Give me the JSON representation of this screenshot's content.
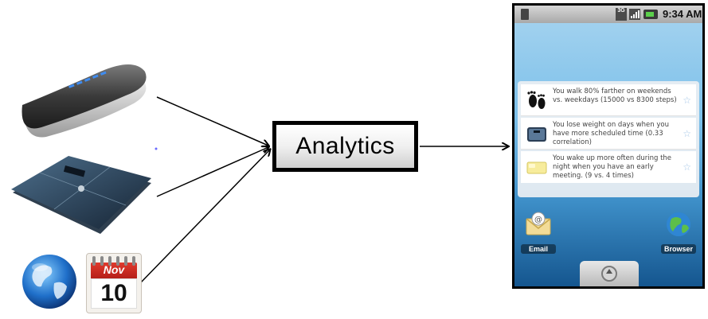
{
  "analytics": {
    "label": "Analytics"
  },
  "sources": [
    {
      "icon": "activity-tracker-icon"
    },
    {
      "icon": "weight-scale-icon"
    },
    {
      "icon": "globe-icon"
    },
    {
      "icon": "calendar-icon",
      "month": "Nov",
      "day": "10"
    }
  ],
  "phone": {
    "status_bar": {
      "network": "3G",
      "time": "9:34 AM"
    },
    "insights": [
      {
        "icon": "footprints-icon",
        "text": "You walk 80% farther on weekends vs. weekdays (15000 vs 8300 steps)"
      },
      {
        "icon": "scale-icon",
        "text": "You lose weight on days when you have more scheduled time (0.33 correlation)"
      },
      {
        "icon": "sleep-icon",
        "text": "You wake up more often during the night when you have an early meeting. (9 vs. 4 times)"
      }
    ],
    "apps": [
      {
        "label": "Email",
        "icon": "email-icon"
      },
      {
        "label": "Browser",
        "icon": "browser-icon"
      }
    ]
  },
  "colors": {
    "arrow": "#000000",
    "box_border": "#000000",
    "wallpaper_top": "#a7d4ef",
    "wallpaper_bottom": "#15568f"
  }
}
